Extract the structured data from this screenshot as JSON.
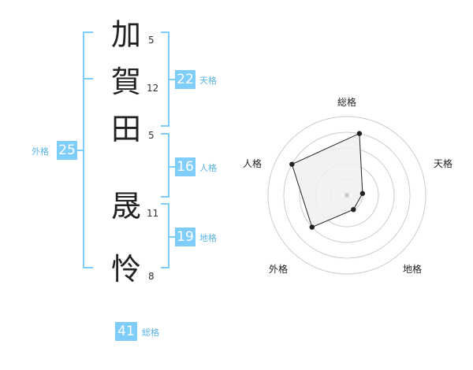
{
  "name": {
    "characters": [
      {
        "char": "加",
        "strokes": "5"
      },
      {
        "char": "賀",
        "strokes": "12"
      },
      {
        "char": "田",
        "strokes": "5"
      },
      {
        "char": "晟",
        "strokes": "11"
      },
      {
        "char": "怜",
        "strokes": "8"
      }
    ]
  },
  "fortunes": {
    "tenkaku": {
      "value": "22",
      "label": "天格"
    },
    "jinkaku": {
      "value": "16",
      "label": "人格"
    },
    "chikaku": {
      "value": "19",
      "label": "地格"
    },
    "gaikaku": {
      "value": "25",
      "label": "外格"
    },
    "soukaku": {
      "value": "41",
      "label": "総格"
    }
  },
  "colors": {
    "accent": "#7fcdfa",
    "label": "#5ab3e6",
    "bracket": "#7fcdfa",
    "ring": "#cccccc",
    "fill": "#f0f0f0"
  },
  "chart_data": {
    "type": "radar",
    "categories": [
      "総格",
      "天格",
      "地格",
      "外格",
      "人格"
    ],
    "values": [
      4,
      1,
      1,
      3,
      4
    ],
    "rmax": 5,
    "rings": 5
  }
}
